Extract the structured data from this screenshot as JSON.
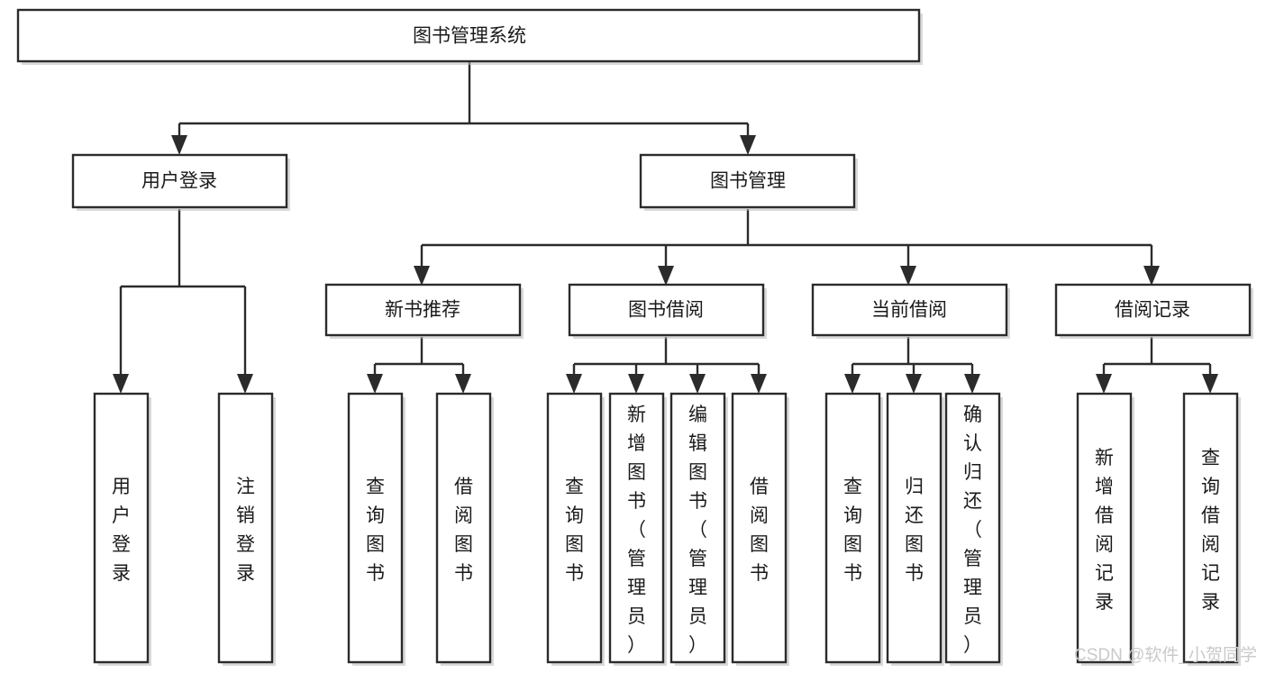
{
  "diagram": {
    "title": "图书管理系统",
    "root": {
      "label": "图书管理系统"
    },
    "level2": [
      {
        "label": "用户登录"
      },
      {
        "label": "图书管理"
      }
    ],
    "level3": [
      {
        "label": "新书推荐"
      },
      {
        "label": "图书借阅"
      },
      {
        "label": "当前借阅"
      },
      {
        "label": "借阅记录"
      }
    ],
    "leaves": {
      "user_login": [
        {
          "label": "用户登录"
        },
        {
          "label": "注销登录"
        }
      ],
      "new_book_recommend": [
        {
          "label": "查询图书"
        },
        {
          "label": "借阅图书"
        }
      ],
      "book_borrow": [
        {
          "label": "查询图书"
        },
        {
          "label": "新增图书（管理员）"
        },
        {
          "label": "编辑图书（管理员）"
        },
        {
          "label": "借阅图书"
        }
      ],
      "current_borrow": [
        {
          "label": "查询图书"
        },
        {
          "label": "归还图书"
        },
        {
          "label": "确认归还（管理员）"
        }
      ],
      "borrow_record": [
        {
          "label": "新增借阅记录"
        },
        {
          "label": "查询借阅记录"
        }
      ]
    }
  },
  "watermark": {
    "text": "CSDN @软件_小贺同学"
  },
  "colors": {
    "box_stroke": "#2b2b2b",
    "box_fill": "#ffffff",
    "text": "#1a1a1a",
    "watermark": "#c9c9c9",
    "background": "#ffffff"
  }
}
